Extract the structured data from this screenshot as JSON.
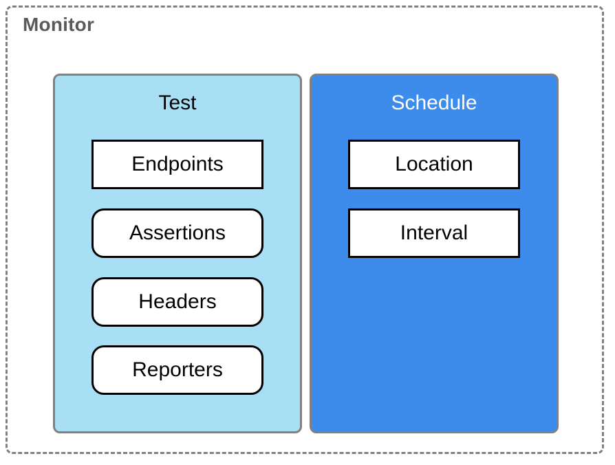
{
  "diagram": {
    "title": "Monitor",
    "title_color": "#5a5a5a",
    "outer_border_color": "#808080",
    "outer_border_style": "dashed",
    "background": "#ffffff"
  },
  "groups": [
    {
      "id": "test",
      "title": "Test",
      "fill": "#a9dff5",
      "border_color": "#808080",
      "title_color": "#000000",
      "items": [
        {
          "label": "Endpoints",
          "shape": "rect",
          "fill": "#ffffff",
          "border_color": "#000000"
        },
        {
          "label": "Assertions",
          "shape": "rounded",
          "fill": "#ffffff",
          "border_color": "#000000"
        },
        {
          "label": "Headers",
          "shape": "rounded",
          "fill": "#ffffff",
          "border_color": "#000000"
        },
        {
          "label": "Reporters",
          "shape": "rounded",
          "fill": "#ffffff",
          "border_color": "#000000"
        }
      ]
    },
    {
      "id": "schedule",
      "title": "Schedule",
      "fill": "#3d8bea",
      "border_color": "#808080",
      "title_color": "#ffffff",
      "items": [
        {
          "label": "Location",
          "shape": "rect",
          "fill": "#ffffff",
          "border_color": "#000000"
        },
        {
          "label": "Interval",
          "shape": "rect",
          "fill": "#ffffff",
          "border_color": "#000000"
        }
      ]
    }
  ]
}
